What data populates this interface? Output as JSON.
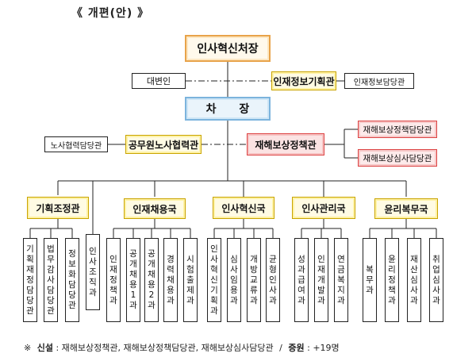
{
  "title": "《 개편(안) 》",
  "nodes": {
    "minister": "인사혁신처장",
    "spokesperson": "대변인",
    "info_officer": "인재정보기획관",
    "info_staff": "인재정보담당관",
    "vice": "차 장",
    "labor_staff": "노사협력담당관",
    "labor_officer": "공무원노사협력관",
    "disaster_officer": "재해보상정책관",
    "disaster_policy_staff": "재해보상정책담당관",
    "disaster_review_staff": "재해보상심사담당관"
  },
  "bureaus": [
    {
      "name": "기획조정관",
      "units": [
        "기획재정담당관",
        "법무감사담당관",
        "정보화담당관"
      ]
    },
    {
      "name": "인재채용국",
      "units": [
        "인재정책과",
        "공개채용1과",
        "공개채용2과",
        "경력채용과",
        "시험출제과"
      ]
    },
    {
      "name": "인사혁신국",
      "units": [
        "인사혁신기획과",
        "심사임용과",
        "개방교류과",
        "균형인사과"
      ]
    },
    {
      "name": "인사관리국",
      "units": [
        "성과급여과",
        "인재개발과",
        "연금복지과"
      ]
    },
    {
      "name": "윤리복무국",
      "units": [
        "복무과",
        "윤리정책과",
        "재산심사과",
        "취업심사과"
      ]
    }
  ],
  "standalone_unit": "인사조직과",
  "footnote": {
    "mark": "※",
    "label": "신설",
    "items": "재해보상정책관, 재해보상정책담당관, 재해보상심사담당관",
    "sep": "/",
    "increase_label": "증원",
    "increase_value": "+19명"
  }
}
